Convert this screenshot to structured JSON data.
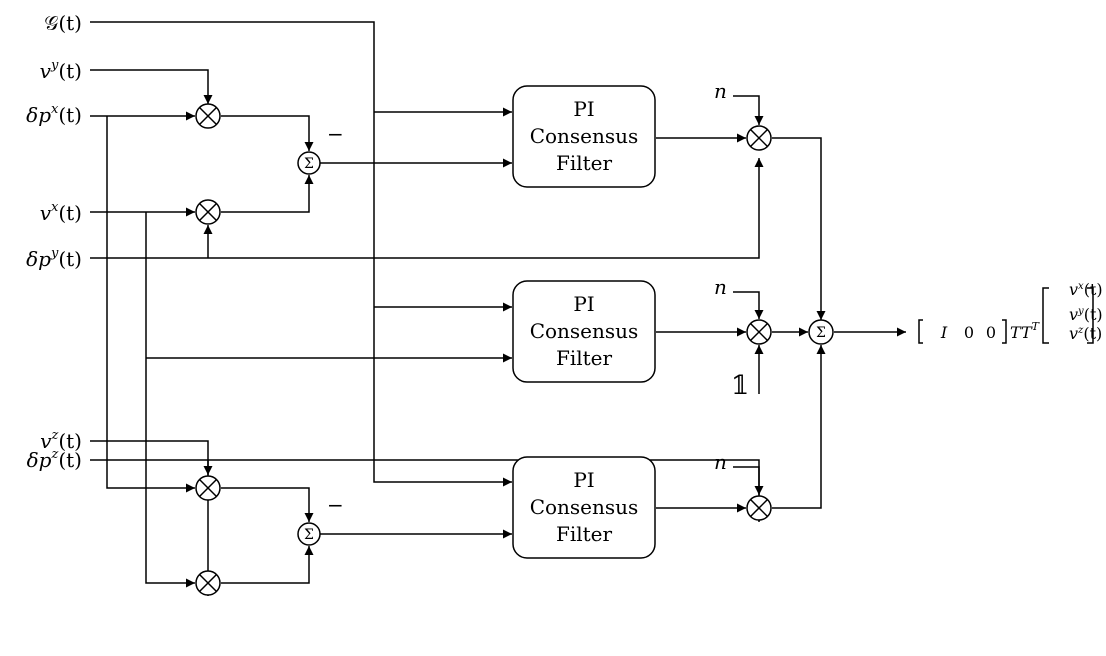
{
  "inputs": {
    "G": {
      "sym": "𝒢",
      "arg": "(t)"
    },
    "vy": {
      "base": "v",
      "sup": "y",
      "arg": "(t)"
    },
    "dpx": {
      "base": "δp",
      "sup": "x",
      "arg": "(t)"
    },
    "vx": {
      "base": "v",
      "sup": "x",
      "arg": "(t)"
    },
    "dpy": {
      "base": "δp",
      "sup": "y",
      "arg": "(t)"
    },
    "vz": {
      "base": "v",
      "sup": "z",
      "arg": "(t)"
    },
    "dpz": {
      "base": "δp",
      "sup": "z",
      "arg": "(t)"
    }
  },
  "blocks": [
    {
      "line1": "PI",
      "line2": "Consensus",
      "line3": "Filter"
    },
    {
      "line1": "PI",
      "line2": "Consensus",
      "line3": "Filter"
    },
    {
      "line1": "PI",
      "line2": "Consensus",
      "line3": "Filter"
    }
  ],
  "symbols": {
    "n": "n",
    "one": "𝟙",
    "minus": "−",
    "sum": "Σ",
    "times": "×"
  },
  "output": {
    "row": [
      "I",
      "0",
      "0"
    ],
    "T": "TT",
    "Tsup": "T",
    "vec": [
      {
        "base": "v",
        "sup": "x",
        "arg": "(t)"
      },
      {
        "base": "v",
        "sup": "y",
        "arg": "(t)"
      },
      {
        "base": "v",
        "sup": "z",
        "arg": "(t)"
      }
    ]
  }
}
